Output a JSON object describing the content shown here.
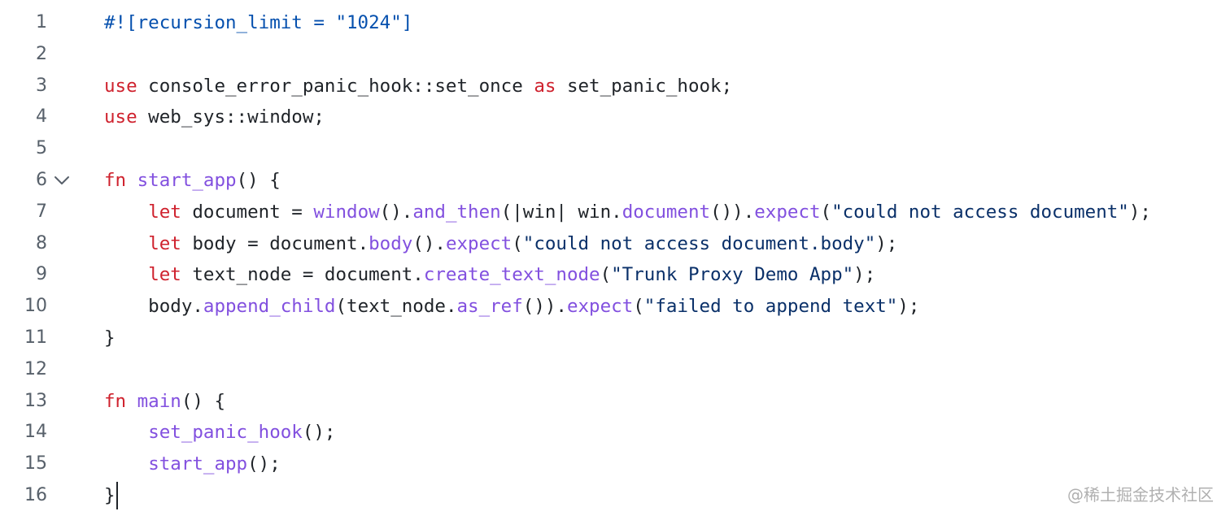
{
  "editor": {
    "lines": [
      {
        "num": "1",
        "tokens": [
          {
            "t": "#![recursion_limit = \"1024\"]",
            "k": "attr"
          }
        ]
      },
      {
        "num": "2",
        "tokens": []
      },
      {
        "num": "3",
        "tokens": [
          {
            "t": "use",
            "k": "kw"
          },
          {
            "t": " console_error_panic_hook::set_once ",
            "k": "plain"
          },
          {
            "t": "as",
            "k": "kw"
          },
          {
            "t": " set_panic_hook;",
            "k": "plain"
          }
        ]
      },
      {
        "num": "4",
        "tokens": [
          {
            "t": "use",
            "k": "kw"
          },
          {
            "t": " web_sys::window;",
            "k": "plain"
          }
        ]
      },
      {
        "num": "5",
        "tokens": []
      },
      {
        "num": "6",
        "fold": true,
        "tokens": [
          {
            "t": "fn",
            "k": "kw"
          },
          {
            "t": " ",
            "k": "plain"
          },
          {
            "t": "start_app",
            "k": "fn"
          },
          {
            "t": "() {",
            "k": "plain"
          }
        ]
      },
      {
        "num": "7",
        "tokens": [
          {
            "t": "    ",
            "k": "plain"
          },
          {
            "t": "let",
            "k": "kw"
          },
          {
            "t": " document = ",
            "k": "plain"
          },
          {
            "t": "window",
            "k": "fn"
          },
          {
            "t": "().",
            "k": "plain"
          },
          {
            "t": "and_then",
            "k": "fn"
          },
          {
            "t": "(|win| win.",
            "k": "plain"
          },
          {
            "t": "document",
            "k": "fn"
          },
          {
            "t": "()).",
            "k": "plain"
          },
          {
            "t": "expect",
            "k": "fn"
          },
          {
            "t": "(",
            "k": "plain"
          },
          {
            "t": "\"could not access document\"",
            "k": "str"
          },
          {
            "t": ");",
            "k": "plain"
          }
        ]
      },
      {
        "num": "8",
        "tokens": [
          {
            "t": "    ",
            "k": "plain"
          },
          {
            "t": "let",
            "k": "kw"
          },
          {
            "t": " body = document.",
            "k": "plain"
          },
          {
            "t": "body",
            "k": "fn"
          },
          {
            "t": "().",
            "k": "plain"
          },
          {
            "t": "expect",
            "k": "fn"
          },
          {
            "t": "(",
            "k": "plain"
          },
          {
            "t": "\"could not access document.body\"",
            "k": "str"
          },
          {
            "t": ");",
            "k": "plain"
          }
        ]
      },
      {
        "num": "9",
        "tokens": [
          {
            "t": "    ",
            "k": "plain"
          },
          {
            "t": "let",
            "k": "kw"
          },
          {
            "t": " text_node = document.",
            "k": "plain"
          },
          {
            "t": "create_text_node",
            "k": "fn"
          },
          {
            "t": "(",
            "k": "plain"
          },
          {
            "t": "\"Trunk Proxy Demo App\"",
            "k": "str"
          },
          {
            "t": ");",
            "k": "plain"
          }
        ]
      },
      {
        "num": "10",
        "tokens": [
          {
            "t": "    body.",
            "k": "plain"
          },
          {
            "t": "append_child",
            "k": "fn"
          },
          {
            "t": "(text_node.",
            "k": "plain"
          },
          {
            "t": "as_ref",
            "k": "fn"
          },
          {
            "t": "()).",
            "k": "plain"
          },
          {
            "t": "expect",
            "k": "fn"
          },
          {
            "t": "(",
            "k": "plain"
          },
          {
            "t": "\"failed to append text\"",
            "k": "str"
          },
          {
            "t": ");",
            "k": "plain"
          }
        ]
      },
      {
        "num": "11",
        "tokens": [
          {
            "t": "}",
            "k": "plain"
          }
        ]
      },
      {
        "num": "12",
        "tokens": []
      },
      {
        "num": "13",
        "tokens": [
          {
            "t": "fn",
            "k": "kw"
          },
          {
            "t": " ",
            "k": "plain"
          },
          {
            "t": "main",
            "k": "fn"
          },
          {
            "t": "() {",
            "k": "plain"
          }
        ]
      },
      {
        "num": "14",
        "tokens": [
          {
            "t": "    ",
            "k": "plain"
          },
          {
            "t": "set_panic_hook",
            "k": "fn"
          },
          {
            "t": "();",
            "k": "plain"
          }
        ]
      },
      {
        "num": "15",
        "tokens": [
          {
            "t": "    ",
            "k": "plain"
          },
          {
            "t": "start_app",
            "k": "fn"
          },
          {
            "t": "();",
            "k": "plain"
          }
        ]
      },
      {
        "num": "16",
        "cursor": true,
        "tokens": [
          {
            "t": "}",
            "k": "plain"
          }
        ]
      }
    ]
  },
  "watermark": {
    "text": "@稀土掘金技术社区"
  },
  "colors": {
    "keyword": "#cf222e",
    "function": "#8250df",
    "string": "#0a3069",
    "attribute": "#0550ae",
    "plain": "#1f2328",
    "line_number": "#57606a"
  }
}
